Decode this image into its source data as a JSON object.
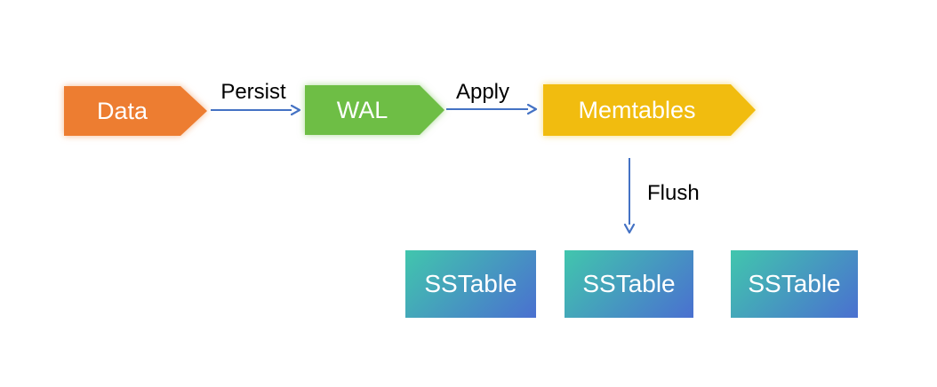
{
  "diagram": {
    "nodes": [
      {
        "id": "data",
        "label": "Data",
        "shape": "arrow-pentagon",
        "color": "#ED7D31"
      },
      {
        "id": "wal",
        "label": "WAL",
        "shape": "arrow-pentagon",
        "color": "#6EBE45"
      },
      {
        "id": "memtables",
        "label": "Memtables",
        "shape": "arrow-pentagon",
        "color": "#F1BC0F"
      },
      {
        "id": "sstable-1",
        "label": "SSTable",
        "shape": "rect",
        "gradient": [
          "#41C6AD",
          "#4A70D0"
        ]
      },
      {
        "id": "sstable-2",
        "label": "SSTable",
        "shape": "rect",
        "gradient": [
          "#41C6AD",
          "#4A70D0"
        ]
      },
      {
        "id": "sstable-3",
        "label": "SSTable",
        "shape": "rect",
        "gradient": [
          "#41C6AD",
          "#4A70D0"
        ]
      }
    ],
    "edges": [
      {
        "from": "data",
        "to": "wal",
        "label": "Persist",
        "direction": "right"
      },
      {
        "from": "wal",
        "to": "memtables",
        "label": "Apply",
        "direction": "right"
      },
      {
        "from": "memtables",
        "to": "sstable-2",
        "label": "Flush",
        "direction": "down"
      }
    ]
  },
  "colors": {
    "background": "#FFFFFF",
    "node_data": "#ED7D31",
    "node_wal": "#6EBE45",
    "node_memtables": "#F1BC0F",
    "node_text": "#FFFFFF",
    "arrow": "#4472C4",
    "edge_label_text": "#000000",
    "sstable_gradient_start": "#41C6AD",
    "sstable_gradient_end": "#4A70D0"
  }
}
